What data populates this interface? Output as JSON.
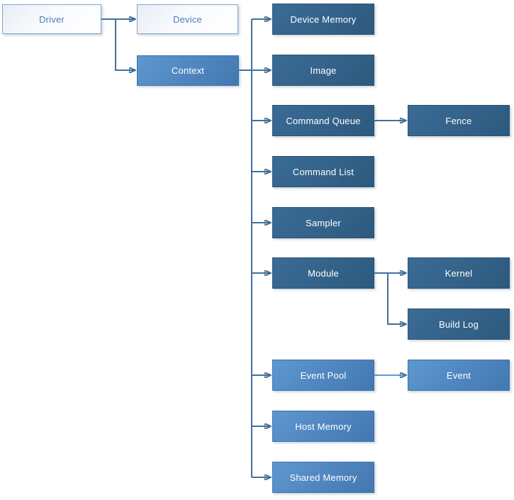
{
  "colors": {
    "connector_dark": "#41719C",
    "connector_light": "#5B9BD5",
    "node_dark_fill_top": "#3A6C96",
    "node_dark_fill_bottom": "#2E597E",
    "node_medium_fill_top": "#5E97D0",
    "node_medium_fill_bottom": "#4377B0",
    "node_outline_border": "#7EA7CF",
    "node_outline_text": "#4B7DBD",
    "node_text_on_fill": "#FFFFFF",
    "background": "#FFFFFF"
  },
  "diagram": {
    "nodes": {
      "driver": {
        "label": "Driver"
      },
      "device": {
        "label": "Device"
      },
      "context": {
        "label": "Context"
      },
      "device_memory": {
        "label": "Device Memory"
      },
      "image": {
        "label": "Image"
      },
      "command_queue": {
        "label": "Command Queue"
      },
      "fence": {
        "label": "Fence"
      },
      "command_list": {
        "label": "Command List"
      },
      "sampler": {
        "label": "Sampler"
      },
      "module": {
        "label": "Module"
      },
      "kernel": {
        "label": "Kernel"
      },
      "build_log": {
        "label": "Build Log"
      },
      "event_pool": {
        "label": "Event Pool"
      },
      "event": {
        "label": "Event"
      },
      "host_memory": {
        "label": "Host Memory"
      },
      "shared_memory": {
        "label": "Shared Memory"
      }
    },
    "edges": [
      {
        "from": "Driver",
        "to": "Device"
      },
      {
        "from": "Driver",
        "to": "Context"
      },
      {
        "from": "Context",
        "to": "Device Memory"
      },
      {
        "from": "Context",
        "to": "Image"
      },
      {
        "from": "Context",
        "to": "Command Queue"
      },
      {
        "from": "Context",
        "to": "Command List"
      },
      {
        "from": "Context",
        "to": "Sampler"
      },
      {
        "from": "Context",
        "to": "Module"
      },
      {
        "from": "Context",
        "to": "Event Pool"
      },
      {
        "from": "Context",
        "to": "Host Memory"
      },
      {
        "from": "Context",
        "to": "Shared Memory"
      },
      {
        "from": "Command Queue",
        "to": "Fence"
      },
      {
        "from": "Module",
        "to": "Kernel"
      },
      {
        "from": "Module",
        "to": "Build Log"
      },
      {
        "from": "Event Pool",
        "to": "Event"
      }
    ]
  }
}
